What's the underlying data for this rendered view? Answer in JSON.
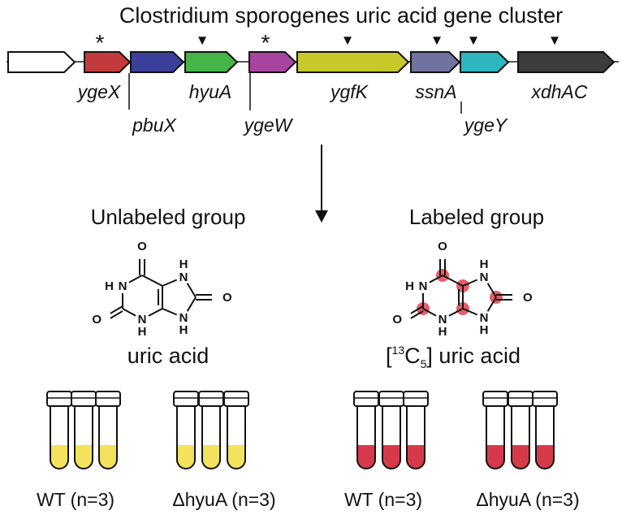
{
  "title": "Clostridium sporogenes uric acid gene cluster",
  "genes": [
    {
      "label": "",
      "color": "#ffffff",
      "mark": "none"
    },
    {
      "label": "ygeX",
      "color": "#c33a3c",
      "mark": "asterisk"
    },
    {
      "label": "pbuX",
      "color": "#3a3f9a",
      "mark": "none"
    },
    {
      "label": "hyuA",
      "color": "#46b447",
      "mark": "triangle",
      "label_color": "#e0262b"
    },
    {
      "label": "ygeW",
      "color": "#a944a0",
      "mark": "asterisk"
    },
    {
      "label": "ygfK",
      "color": "#c8c82b",
      "mark": "triangle"
    },
    {
      "label": "ssnA",
      "color": "#72729e",
      "mark": "triangle"
    },
    {
      "label": "ygeY",
      "color": "#2db6bd",
      "mark": "triangle"
    },
    {
      "label": "xdhAC",
      "color": "#3b3d3d",
      "mark": "triangle"
    }
  ],
  "mark_symbols": {
    "asterisk": "*",
    "triangle": "▼"
  },
  "colors": {
    "mark": "#e8324a",
    "labeled_atom": "#e3414f",
    "unlabeled_media": "#f2e25c",
    "labeled_media": "#d63a4a"
  },
  "groups": {
    "unlabeled": {
      "title": "Unlabeled group",
      "compound": "uric acid",
      "tubes": [
        {
          "label": "WT (n=3)"
        },
        {
          "label": "ΔhyuA (n=3)"
        }
      ]
    },
    "labeled": {
      "title": "Labeled group",
      "compound_bracket_open": "[",
      "compound_sup": "13",
      "compound_element": "C",
      "compound_sub": "5",
      "compound_bracket_close": "]",
      "compound_rest": " uric acid",
      "tubes": [
        {
          "label": "WT (n=3)"
        },
        {
          "label": "ΔhyuA (n=3)"
        }
      ]
    }
  },
  "atoms": {
    "O": "O",
    "N": "N",
    "H": "H"
  }
}
